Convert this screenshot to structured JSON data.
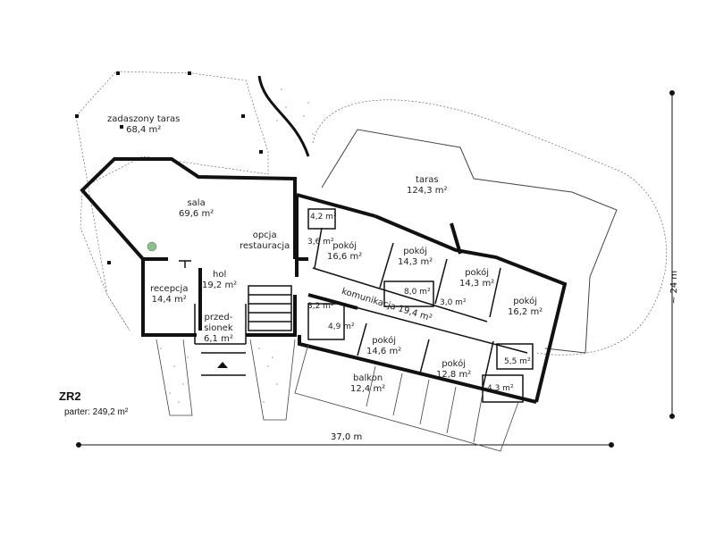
{
  "plan": {
    "code": "ZR2",
    "area_label": "parter: 249,2 m²",
    "width_dim": "37,0 m",
    "height_dim": "~ 24 m"
  },
  "rooms": {
    "zadaszony_taras": {
      "name": "zadaszony taras",
      "area": "68,4 m²"
    },
    "sala": {
      "name": "sala",
      "area": "69,6 m²"
    },
    "opcja": {
      "name": "opcja",
      "area": "restauracja"
    },
    "hol": {
      "name": "hol",
      "area": "19,2 m²"
    },
    "recepcja": {
      "name": "recepcja",
      "area": "14,4 m²"
    },
    "przedsionek": {
      "name": "przed-",
      "name2": "sionek",
      "area": "6,1 m²"
    },
    "taras": {
      "name": "taras",
      "area": "124,3 m²"
    },
    "wc_42": {
      "area": "4,2 m²"
    },
    "wc_36": {
      "area": "3,6 m²"
    },
    "wc_32": {
      "area": "3,2 m²"
    },
    "pokoj1": {
      "name": "pokój",
      "area": "16,6 m²"
    },
    "pokoj2": {
      "name": "pokój",
      "area": "14,3 m²"
    },
    "pokoj3": {
      "name": "pokój",
      "area": "14,3 m²"
    },
    "pokoj4": {
      "name": "pokój",
      "area": "16,2 m²"
    },
    "pokoj5": {
      "name": "pokój",
      "area": "14,6 m²"
    },
    "pokoj6": {
      "name": "pokój",
      "area": "12,8 m²"
    },
    "lazienka_80": {
      "area": "8,0 m²"
    },
    "lazienka_30": {
      "area": "3,0 m²"
    },
    "lazienka_49": {
      "area": "4,9 m²"
    },
    "lazienka_55": {
      "area": "5,5 m²"
    },
    "lazienka_43": {
      "area": "4,3 m²"
    },
    "komunikacja": {
      "name": "komunikacja 19,4 m²"
    },
    "balkon": {
      "name": "balkon",
      "area": "12,4 m²"
    }
  }
}
